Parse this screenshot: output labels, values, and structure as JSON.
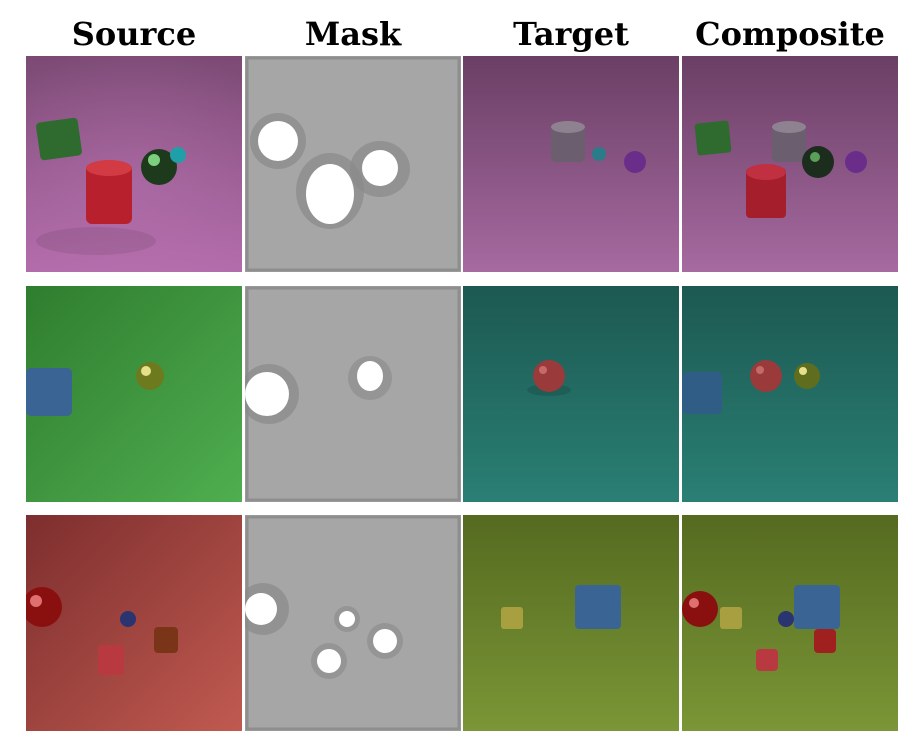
{
  "figure": {
    "columns": [
      {
        "key": "source",
        "label": "Source"
      },
      {
        "key": "mask",
        "label": "Mask"
      },
      {
        "key": "target",
        "label": "Target"
      },
      {
        "key": "composite",
        "label": "Composite"
      }
    ]
  },
  "colors": {
    "row1_bg_top": "#7a4a72",
    "row1_bg_bottom": "#b06aa8",
    "row2_source_bg": "#3e9a3e",
    "row2_target_bg": "#1f6b63",
    "row3_source_bg": "#a85050",
    "row3_target_bg": "#6e8a2c",
    "mask_bg": "#a8a8a8"
  }
}
